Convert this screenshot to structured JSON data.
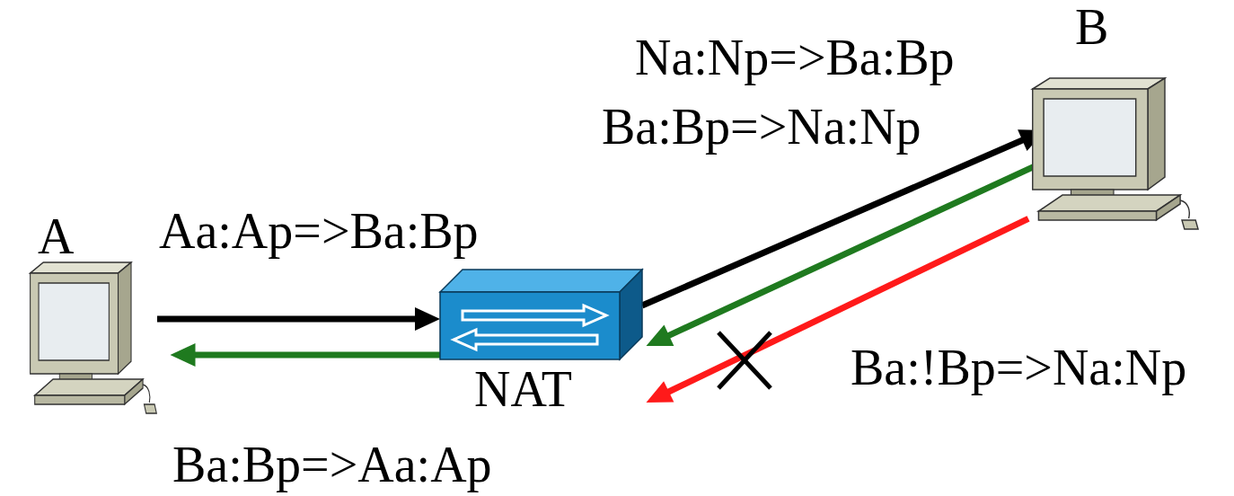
{
  "diagram": {
    "nodes": [
      {
        "text": [
          "A"
        ]
      },
      {
        "text": [
          "NAT"
        ]
      },
      {
        "text": [
          "B"
        ]
      }
    ],
    "edges": [
      {
        "from": 0,
        "to": 1,
        "arrow": "to",
        "label": "Aa:Ap=>Ba:Bp"
      },
      {
        "from": 1,
        "to": 2,
        "arrow": "to",
        "label": "Na:Np=>Ba:Bp"
      },
      {
        "from": 2,
        "to": 1,
        "arrow": "to",
        "label": "Ba:Bp=>Na:Np"
      },
      {
        "from": 1,
        "to": 0,
        "arrow": "to",
        "label": "Ba:Bp=>Aa:Ap"
      },
      {
        "from": 2,
        "to": 1,
        "arrow": "to",
        "label": "Ba:!Bp=>Na:Np"
      }
    ]
  }
}
